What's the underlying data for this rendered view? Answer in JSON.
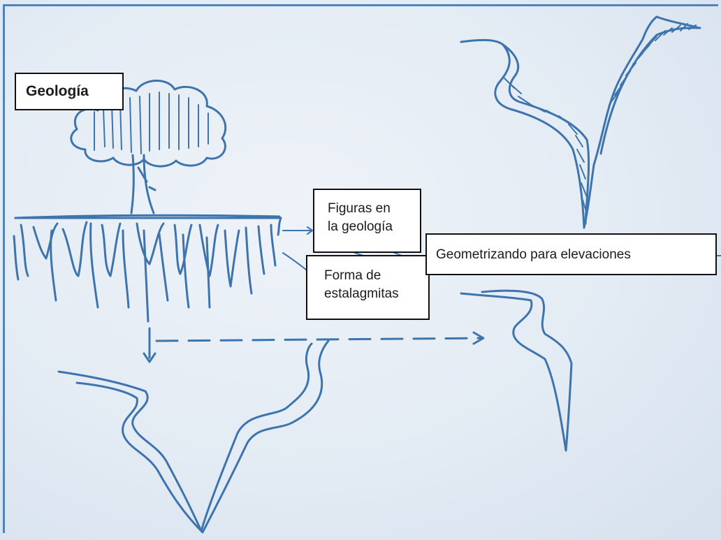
{
  "labels": {
    "geologia": "Geología",
    "figuras": [
      "Figuras en",
      "la geología"
    ],
    "forma": [
      "Forma de",
      "estalagmitas"
    ],
    "geometrizando": "Geometrizando para elevaciones"
  },
  "colors": {
    "ink": "#3e74ad",
    "frame": "#4e84b8",
    "background": "#e3ebf4",
    "label_border": "#111111"
  }
}
